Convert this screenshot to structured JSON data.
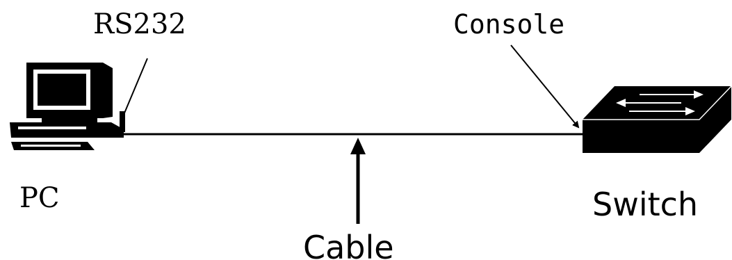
{
  "labels": {
    "rs232": "RS232",
    "console": "Console",
    "pc": "PC",
    "switch": "Switch",
    "cable": "Cable"
  },
  "nodes": [
    {
      "id": "pc",
      "icon": "desktop-computer-icon"
    },
    {
      "id": "switch",
      "icon": "network-switch-icon"
    }
  ],
  "edges": [
    {
      "from": "pc",
      "to": "switch",
      "label": "Cable"
    }
  ],
  "colors": {
    "line": "#000000",
    "background": "#ffffff"
  }
}
